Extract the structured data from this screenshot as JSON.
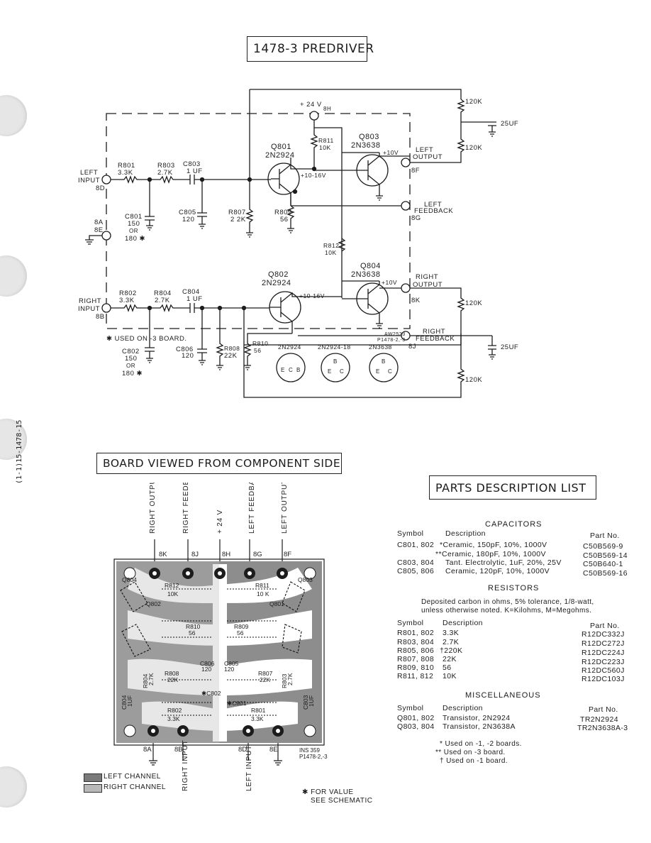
{
  "schematic": {
    "title": "1478-3 PREDRIVER",
    "nodes": {
      "v24": "+ 24 V",
      "v24_pin": "8H",
      "left_input": "LEFT",
      "left_input2": "INPUT",
      "pin_8D": "8D",
      "pin_8A": "8A",
      "pin_8E": "8E",
      "right_input": "RIGHT",
      "right_input2": "INPUT",
      "pin_8B": "8B",
      "left_output": "LEFT",
      "left_output2": "OUTPUT",
      "pin_8F": "8F",
      "left_feedback": "LEFT",
      "left_feedback2": "FEEDBACK",
      "pin_8G": "8G",
      "right_output": "RIGHT",
      "right_output2": "OUTPUT",
      "pin_8K": "8K",
      "right_feedback": "RIGHT",
      "right_feedback2": "FEEDBACK",
      "pin_8J": "8J"
    },
    "components": {
      "r801": [
        "R801",
        "3.3K"
      ],
      "r803": [
        "R803",
        "2.7K"
      ],
      "c803": [
        "C803",
        "1 UF"
      ],
      "c801": [
        "C801",
        "150",
        "OR",
        "180 ✱"
      ],
      "c805": [
        "C805",
        "120"
      ],
      "r807": [
        "R807",
        "2 2K"
      ],
      "r809": [
        "R809",
        "56"
      ],
      "r811": [
        "R811",
        "10K"
      ],
      "q801": [
        "Q801",
        "2N2924"
      ],
      "q803": [
        "Q803",
        "2N3638"
      ],
      "q801_v": "+10-16V",
      "q803_v": "+10V",
      "r812": [
        "R812",
        "10K"
      ],
      "q802": [
        "Q802",
        "2N2924"
      ],
      "q804": [
        "Q804",
        "2N3638"
      ],
      "q802_v": "+10-16V",
      "q804_v": "+10V",
      "r802": [
        "R802",
        "3.3K"
      ],
      "r804": [
        "R804",
        "2.7K"
      ],
      "c804": [
        "C804",
        "1 UF"
      ],
      "c802": [
        "C802",
        "150",
        "OR",
        "180 ✱"
      ],
      "c806": [
        "C806",
        "120"
      ],
      "r808": [
        "R808",
        "22K"
      ],
      "r810": [
        "R810",
        "56"
      ],
      "ext_r_top1": "120K",
      "ext_c_top": "25UF",
      "ext_r_top2": "120K",
      "ext_r_bot1": "120K",
      "ext_c_bot": "25UF",
      "ext_r_bot2": "120K"
    },
    "basing": [
      "2N2924",
      "2N2924-18",
      "2N3638"
    ],
    "basing_pins": {
      "a": [
        "E",
        "C",
        "B"
      ],
      "b": [
        "B",
        "E",
        "C"
      ],
      "c": [
        "B",
        "E",
        "C"
      ]
    },
    "note": "✱ USED ON -3 BOARD.",
    "drawing_no": [
      "AW2523",
      "P1478-2,-3"
    ]
  },
  "board": {
    "title": "BOARD VIEWED FROM COMPONENT SIDE",
    "top_labels": [
      {
        "text": "RIGHT OUTPUT",
        "pin": "8K"
      },
      {
        "text": "RIGHT FEEDBACK",
        "pin": "8J"
      },
      {
        "text": "+ 24 V",
        "pin": "8H"
      },
      {
        "text": "LEFT FEEDBACK",
        "pin": "8G"
      },
      {
        "text": "LEFT OUTPUT",
        "pin": "8F"
      }
    ],
    "bottom_labels": [
      {
        "text": "",
        "pin": "8A"
      },
      {
        "text": "RIGHT INPUT",
        "pin": "8B"
      },
      {
        "text": "LEFT INPUT",
        "pin": "8D"
      },
      {
        "text": "",
        "pin": "8E"
      }
    ],
    "parts": {
      "q804": "Q804",
      "q803": "Q803",
      "q802": "Q802",
      "q801": "Q801",
      "r812": [
        "R812",
        "10K"
      ],
      "r811": [
        "R811",
        "10 K"
      ],
      "r810": [
        "R810",
        "56"
      ],
      "r809": [
        "R809",
        "56"
      ],
      "r808": [
        "R808",
        "22K"
      ],
      "r807": [
        "R807",
        "22K"
      ],
      "c806": [
        "C806",
        "120"
      ],
      "c805": [
        "C805",
        "120"
      ],
      "r804": [
        "R804",
        "2.7K"
      ],
      "r803": [
        "R803",
        "2.7K"
      ],
      "c804": [
        "C804",
        "1UF"
      ],
      "c803": [
        "C803",
        "1UF"
      ],
      "c802": "✱C802",
      "c801": "✱C801",
      "r802": [
        "R802",
        "3.3K"
      ],
      "r801": [
        "R801",
        "3.3K"
      ]
    },
    "drawing_no": [
      "INS 359",
      "P1478-2,-3"
    ],
    "legend": [
      {
        "label": "LEFT CHANNEL",
        "color": "#7a7a7a"
      },
      {
        "label": "RIGHT CHANNEL",
        "color": "#b9b9b9"
      }
    ],
    "footnote": [
      "✱ FOR VALUE",
      "SEE SCHEMATIC"
    ]
  },
  "parts_list": {
    "title": "PARTS DESCRIPTION LIST",
    "capacitors": {
      "heading": "CAPACITORS",
      "cols": [
        "Symbol",
        "Description",
        "Part No."
      ],
      "rows": [
        [
          "C801, 802",
          "*Ceramic, 150pF, 10%, 1000V",
          "C50B569-9"
        ],
        [
          "",
          "**Ceramic, 180pF, 10%, 1000V",
          "C50B569-14"
        ],
        [
          "C803, 804",
          "Tant. Electrolytic, 1uF, 20%, 25V",
          "C50B640-1"
        ],
        [
          "C805, 806",
          "Ceramic, 120pF, 10%, 1000V",
          "C50B569-16"
        ]
      ]
    },
    "resistors": {
      "heading": "RESISTORS",
      "note": [
        "Deposited carbon in ohms, 5% tolerance, 1/8-watt,",
        "unless otherwise noted. K=Kilohms, M=Megohms."
      ],
      "cols": [
        "Symbol",
        "Description",
        "Part No."
      ],
      "rows": [
        [
          "R801, 802",
          "3.3K",
          "R12DC332J"
        ],
        [
          "R803, 804",
          "2.7K",
          "R12DC272J"
        ],
        [
          "R805, 806",
          "†220K",
          "R12DC224J"
        ],
        [
          "R807, 808",
          "22K",
          "R12DC223J"
        ],
        [
          "R809, 810",
          "56",
          "R12DC560J"
        ],
        [
          "R811, 812",
          "10K",
          "R12DC103J"
        ]
      ]
    },
    "misc": {
      "heading": "MISCELLANEOUS",
      "cols": [
        "Symbol",
        "Description",
        "Part No."
      ],
      "rows": [
        [
          "Q801, 802",
          "Transistor, 2N2924",
          "TR2N2924"
        ],
        [
          "Q803, 804",
          "Transistor, 2N3638A",
          "TR2N3638A-3"
        ]
      ]
    },
    "footnotes": [
      "* Used on -1, -2 boards.",
      "** Used on -3 board.",
      "† Used on -1 board."
    ]
  },
  "margin_note": "(1-1)15-1478-15"
}
